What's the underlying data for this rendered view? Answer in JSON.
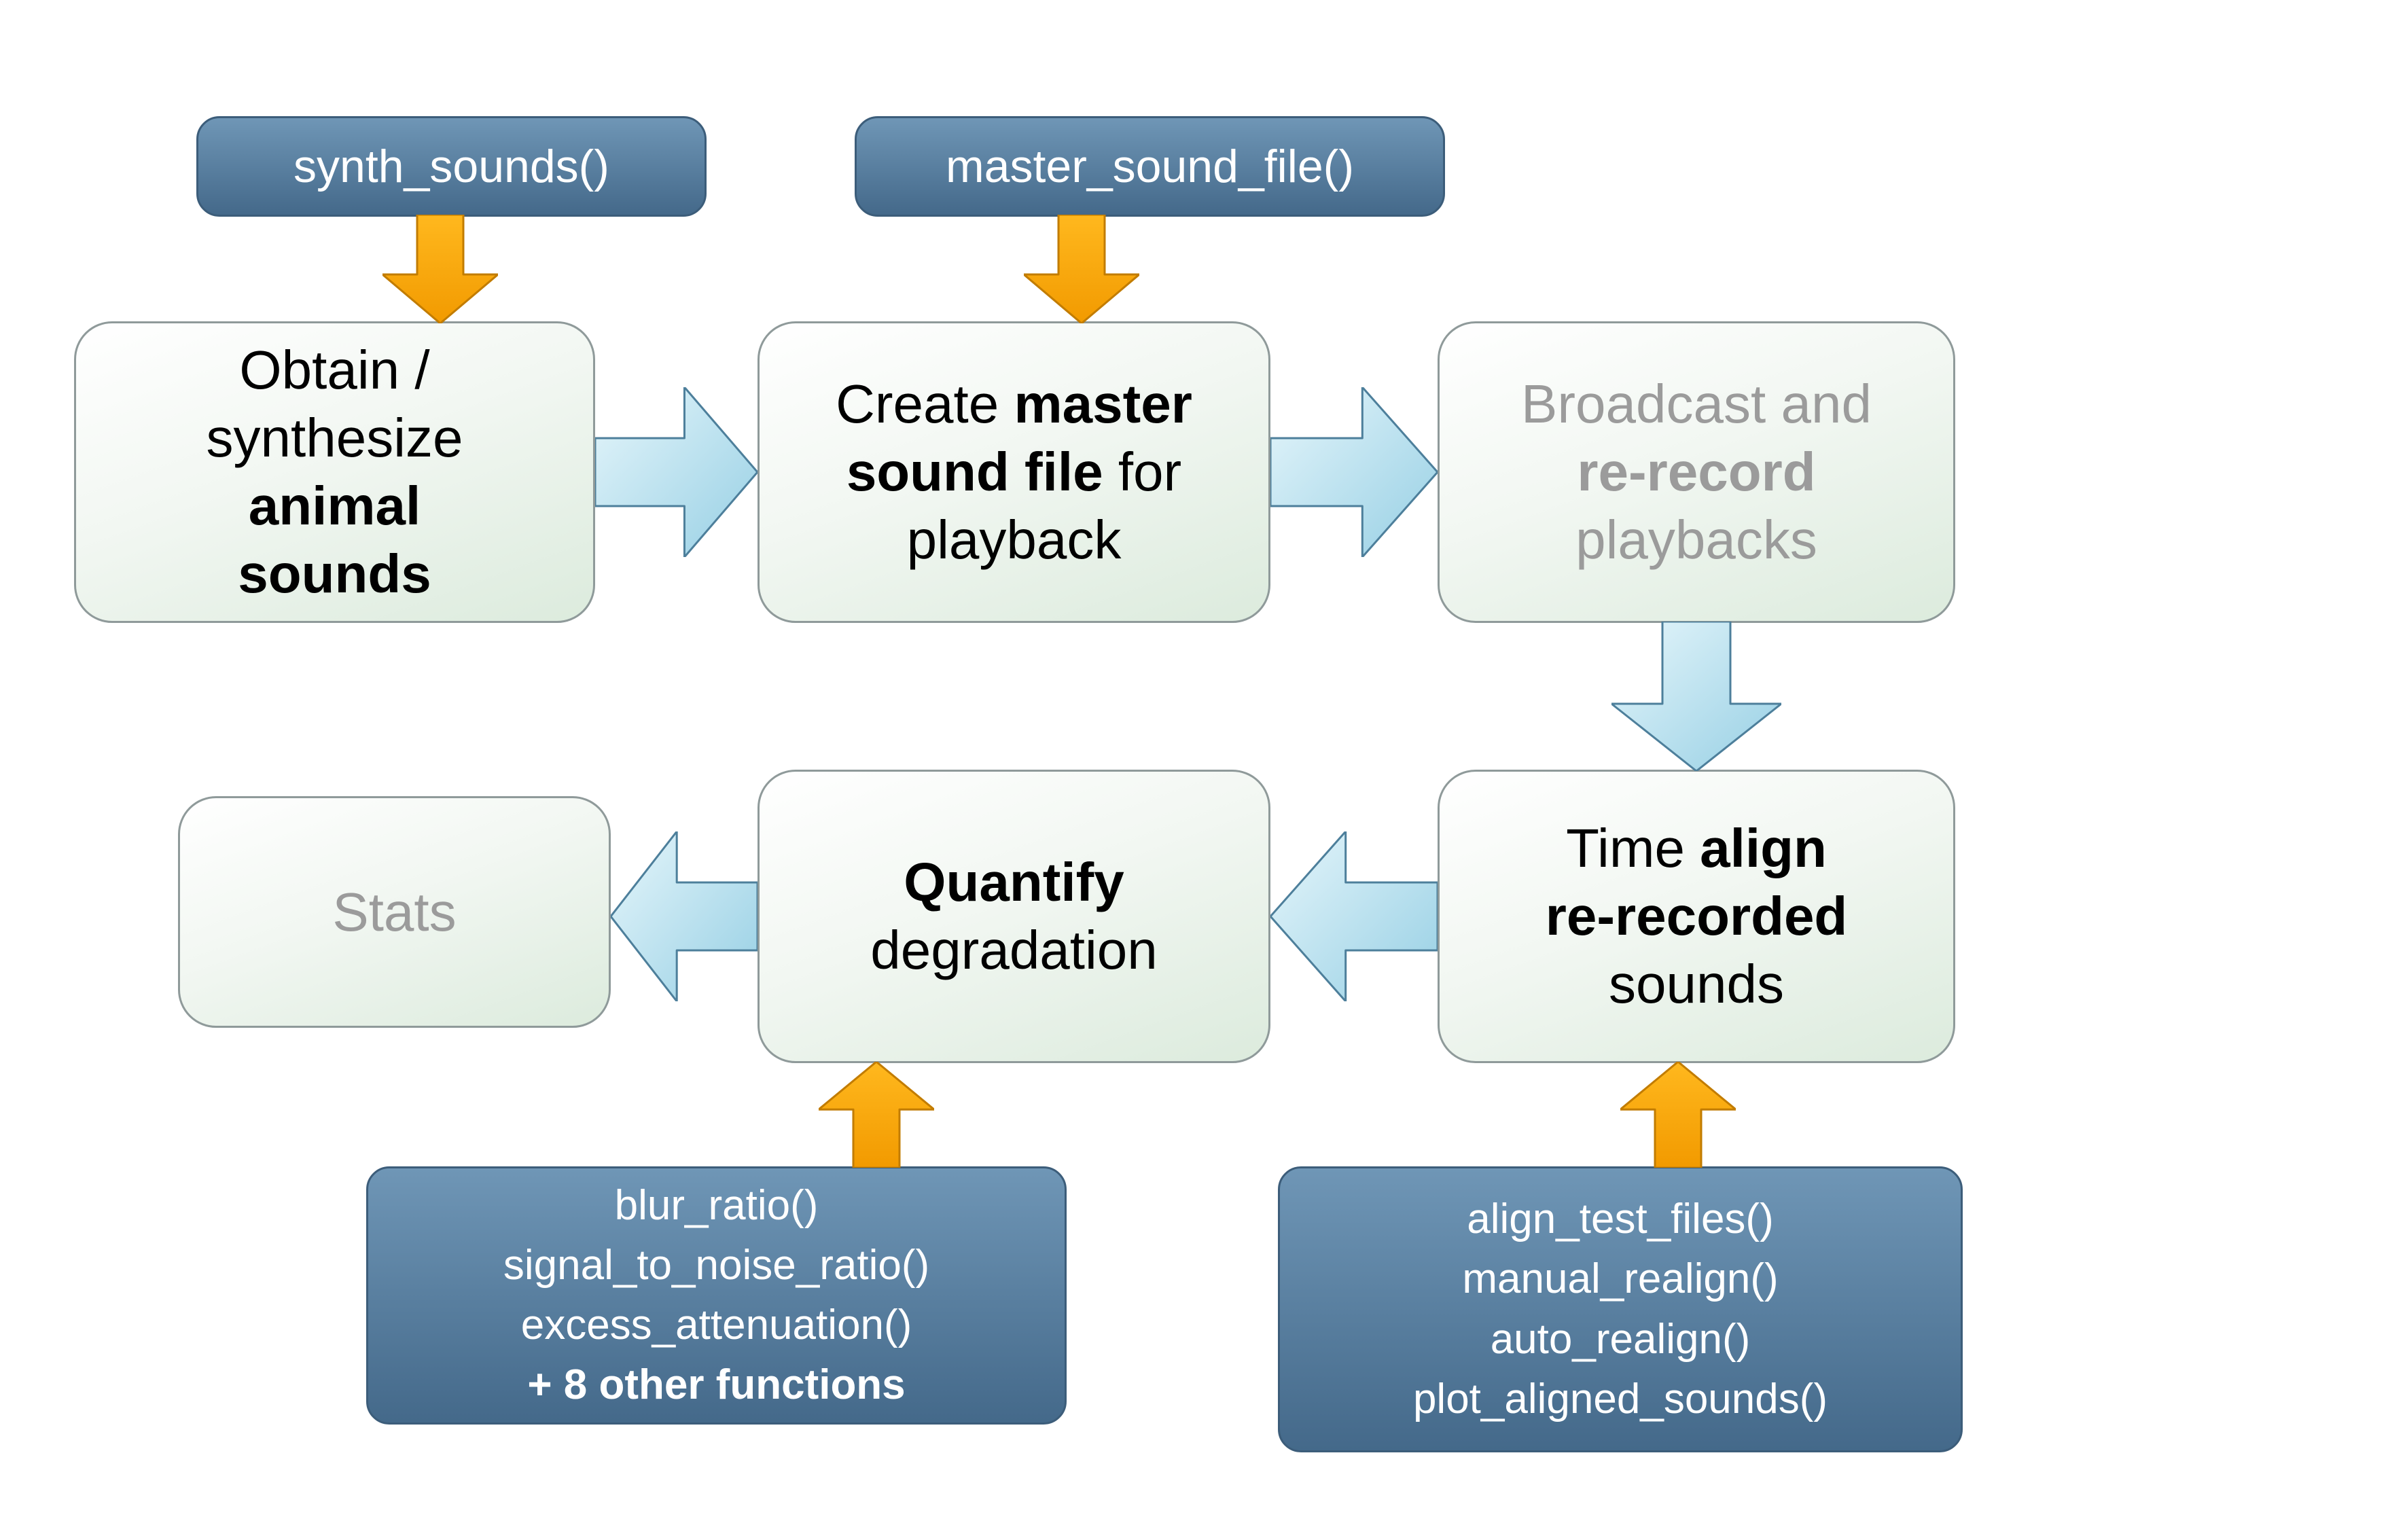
{
  "function_boxes": {
    "synth": {
      "label": "synth_sounds()"
    },
    "master": {
      "label": "master_sound_file()"
    },
    "quantify_fns": {
      "lines": [
        "blur_ratio()",
        "signal_to_noise_ratio()",
        "excess_attenuation()",
        "+ 8 other functions"
      ]
    },
    "align_fns": {
      "lines": [
        "align_test_files()",
        "manual_realign()",
        "auto_realign()",
        "plot_aligned_sounds()"
      ]
    }
  },
  "process_boxes": {
    "obtain": {
      "l1": "Obtain /",
      "l2": "synthesize",
      "l3": "animal",
      "l4": "sounds"
    },
    "create": {
      "l1a": "Create ",
      "l1b": "master",
      "l2a": "sound file",
      "l2b": " for",
      "l3": "playback"
    },
    "broadcast": {
      "l1": "Broadcast and",
      "l2": "re-record",
      "l3": "playbacks"
    },
    "time_align": {
      "l1a": "Time ",
      "l1b": "align",
      "l2": "re-recorded",
      "l3": "sounds"
    },
    "quantify": {
      "l1": "Quantify",
      "l2": "degradation"
    },
    "stats": {
      "l1": "Stats"
    }
  },
  "colors": {
    "function_box_top": "#6f96b6",
    "function_box_bottom": "#44698a",
    "function_box_border": "#3c5d7a",
    "process_box_top": "#ffffff",
    "process_box_bottom": "#dcebdd",
    "process_box_border": "#8f9a9a",
    "blue_arrow_light": "#e6f6fb",
    "blue_arrow_dark": "#96cfe4",
    "blue_arrow_stroke": "#4d7f9b",
    "orange_arrow_light": "#ffb81e",
    "orange_arrow_dark": "#f29a00",
    "orange_arrow_stroke": "#c27c00",
    "muted_text": "#9b9b9b",
    "background": "#ffffff"
  }
}
